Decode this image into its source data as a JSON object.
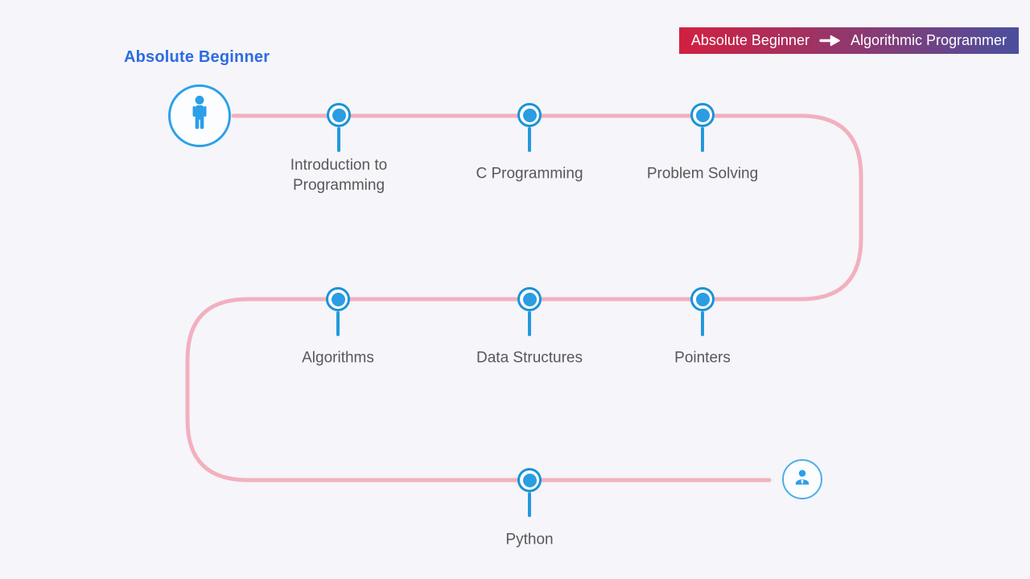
{
  "page": {
    "background_color": "#f5f5fa"
  },
  "header": {
    "stage_title": "Absolute Beginner",
    "stage_title_color": "#2d6be2"
  },
  "badge": {
    "from_label": "Absolute Beginner",
    "to_label": "Algorithmic Programmer",
    "arrow_icon": "right-arrow-icon",
    "gradient_from": "#d22040",
    "gradient_to": "#4a4f9f",
    "text_color": "#ffffff"
  },
  "roadmap": {
    "path_color": "#f2b0be",
    "node_ring_color": "#1b93d6",
    "node_dot_color": "#2b9de2",
    "start_icon": "person-icon",
    "end_icon": "professional-person-icon",
    "milestones": [
      {
        "label": "Introduction to Programming"
      },
      {
        "label": "C Programming"
      },
      {
        "label": "Problem Solving"
      },
      {
        "label": "Algorithms"
      },
      {
        "label": "Data Structures"
      },
      {
        "label": "Pointers"
      },
      {
        "label": "Python"
      }
    ]
  }
}
